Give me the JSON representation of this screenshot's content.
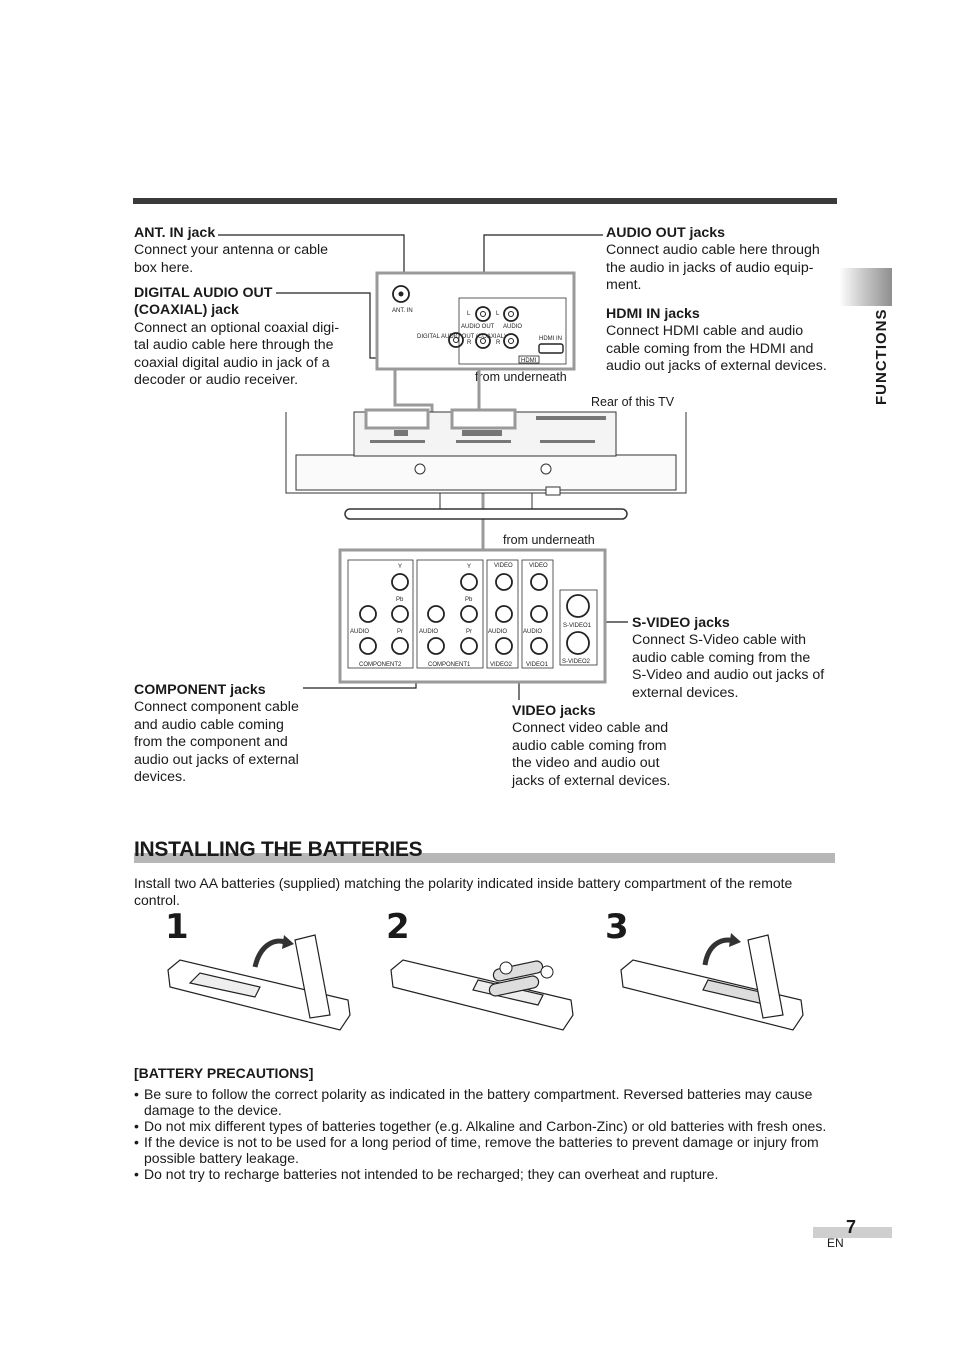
{
  "side_tab": {
    "label": "FUNCTIONS"
  },
  "callouts": {
    "ant_in": {
      "title": "ANT. IN jack",
      "body": "Connect your antenna or cable box here."
    },
    "digital_audio": {
      "title": "DIGITAL AUDIO OUT (COAXIAL) jack",
      "title_line1": "DIGITAL AUDIO OUT",
      "title_line2": "(COAXIAL) jack",
      "body": "Connect an optional coaxial digi-tal audio cable here through the coaxial digital audio in jack of a decoder or audio receiver."
    },
    "audio_out": {
      "title": "AUDIO OUT jacks",
      "body": "Connect audio cable here through the audio in jacks of audio equip-ment."
    },
    "hdmi_in": {
      "title": "HDMI IN jacks",
      "body": "Connect HDMI cable and audio cable coming from the HDMI and audio out jacks of external devices."
    },
    "svideo": {
      "title": "S-VIDEO jacks",
      "body": "Connect S-Video cable with audio cable coming from the S-Video and audio out jacks of external devices."
    },
    "component": {
      "title": "COMPONENT jacks",
      "body": "Connect component cable and audio cable coming from the component and audio out jacks of external devices."
    },
    "video": {
      "title": "VIDEO jacks",
      "body": "Connect video cable and audio cable coming from the video and audio out jacks of external devices."
    }
  },
  "diagram_labels": {
    "from_underneath_top": "from underneath",
    "from_underneath_bottom": "from underneath",
    "rear_of_tv": "Rear of this TV",
    "ant_in": "ANT. IN",
    "digital_audio_out": "DIGITAL AUDIO OUT (COAXIAL)",
    "audio_out": "AUDIO OUT",
    "audio": "AUDIO",
    "hdmi_in": "HDMI IN",
    "hdmi": "HDMI",
    "l": "L",
    "r": "R",
    "y": "Y",
    "pb": "Pb",
    "pr": "Pr",
    "video": "VIDEO",
    "component2": "COMPONENT2",
    "component1": "COMPONENT1",
    "video2": "VIDEO2",
    "video1": "VIDEO1",
    "svideo1": "S-VIDEO1",
    "svideo2": "S-VIDEO2"
  },
  "batteries": {
    "heading": "INSTALLING THE BATTERIES",
    "intro": "Install two AA batteries (supplied) matching the polarity indicated inside battery compartment of the remote control.",
    "steps": [
      "1",
      "2",
      "3"
    ],
    "precautions_title": "[BATTERY PRECAUTIONS]",
    "precautions": [
      "Be sure to follow the correct polarity as indicated in the battery compartment. Reversed batteries may cause damage to the device.",
      "Do not mix different types of batteries together (e.g. Alkaline and Carbon-Zinc) or old batteries with fresh ones.",
      "If the device is not to be used for a long period of time, remove the batteries to prevent damage or injury from possible battery leakage.",
      "Do not try to recharge batteries not intended to be recharged; they can overheat and rupture."
    ]
  },
  "footer": {
    "page_number": "7",
    "lang": "EN"
  }
}
